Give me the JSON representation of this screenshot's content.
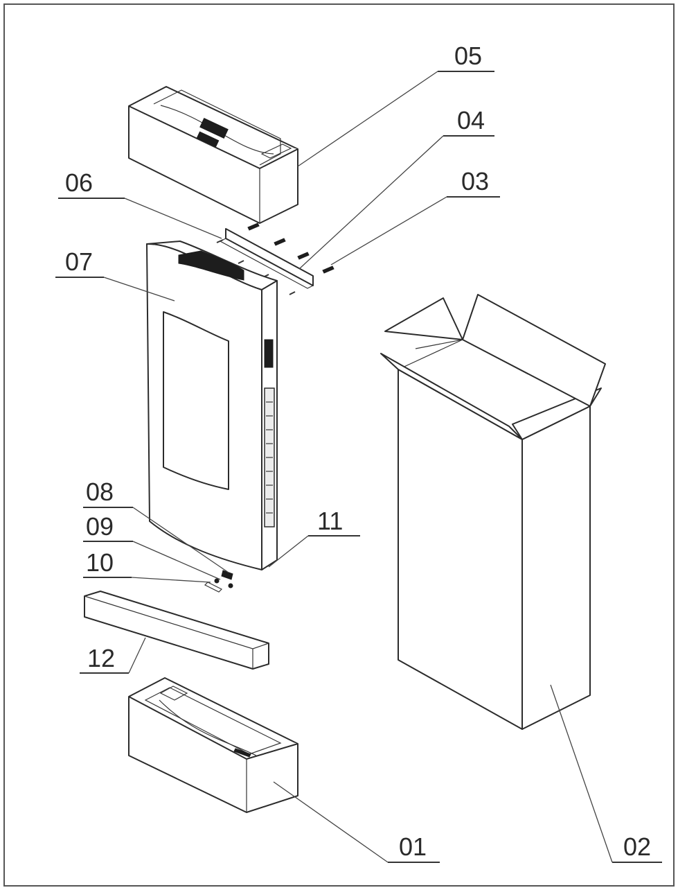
{
  "diagram": {
    "callouts": [
      {
        "id": "01",
        "text": "01"
      },
      {
        "id": "02",
        "text": "02"
      },
      {
        "id": "03",
        "text": "03"
      },
      {
        "id": "04",
        "text": "04"
      },
      {
        "id": "05",
        "text": "05"
      },
      {
        "id": "06",
        "text": "06"
      },
      {
        "id": "07",
        "text": "07"
      },
      {
        "id": "08",
        "text": "08"
      },
      {
        "id": "09",
        "text": "09"
      },
      {
        "id": "10",
        "text": "10"
      },
      {
        "id": "11",
        "text": "11"
      },
      {
        "id": "12",
        "text": "12"
      }
    ]
  }
}
